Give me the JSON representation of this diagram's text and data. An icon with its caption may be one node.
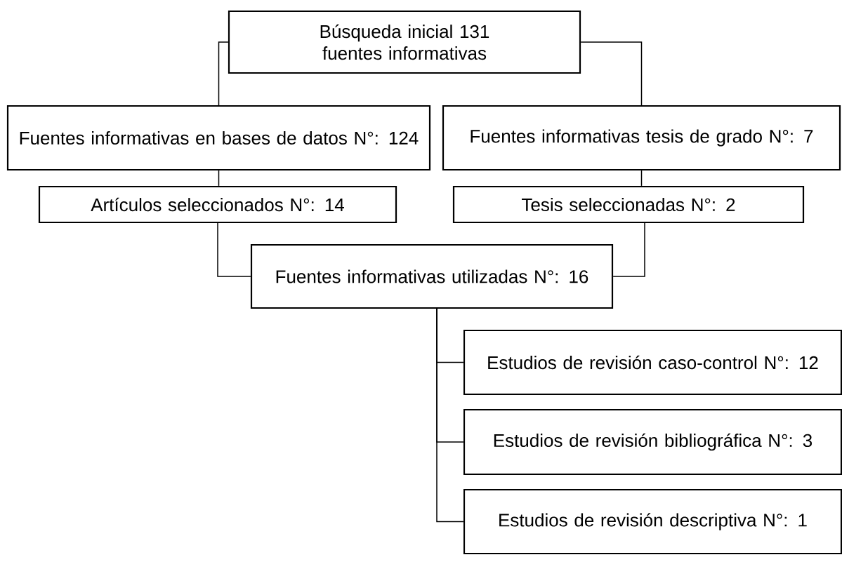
{
  "diagram": {
    "nodes": [
      {
        "text": [
          "Búsqueda inicial 131 fuentes informativas"
        ]
      },
      {
        "text": [
          "Fuentes informativas en bases de datos N°: 124"
        ]
      },
      {
        "text": [
          "Fuentes informativas tesis de grado N°: 7"
        ]
      },
      {
        "text": [
          "Artículos seleccionados N°: 14"
        ]
      },
      {
        "text": [
          "Tesis seleccionadas N°: 2"
        ]
      },
      {
        "text": [
          "Fuentes informativas utilizadas N°: 16"
        ]
      },
      {
        "text": [
          "Estudios de revisión caso-control N°: 12"
        ]
      },
      {
        "text": [
          "Estudios de revisión bibliográfica N°: 3"
        ]
      },
      {
        "text": [
          "Estudios de revisión descriptiva N°: 1"
        ]
      }
    ],
    "edges": [
      {
        "from": 0,
        "to": 1,
        "arrow": "none"
      },
      {
        "from": 0,
        "to": 2,
        "arrow": "none"
      },
      {
        "from": 1,
        "to": 3,
        "arrow": "none"
      },
      {
        "from": 2,
        "to": 4,
        "arrow": "none"
      },
      {
        "from": 3,
        "to": 5,
        "arrow": "none"
      },
      {
        "from": 4,
        "to": 5,
        "arrow": "none"
      },
      {
        "from": 5,
        "to": 6,
        "arrow": "none"
      },
      {
        "from": 5,
        "to": 7,
        "arrow": "none"
      },
      {
        "from": 5,
        "to": 8,
        "arrow": "none"
      }
    ]
  }
}
